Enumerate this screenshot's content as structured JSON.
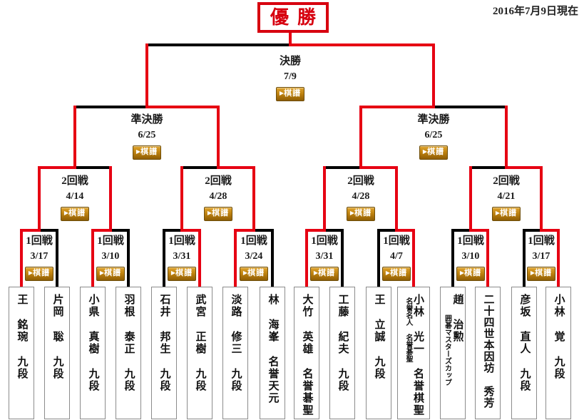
{
  "meta": {
    "as_of": "2016年7月9日現在"
  },
  "champion_label": "優勝",
  "kifu": {
    "arrow": "▶",
    "label": "棋譜"
  },
  "colors": {
    "win": "#e60012",
    "lose": "#000000"
  },
  "chart_data": {
    "type": "table",
    "title": "囲碁トーナメント表 (優勝決定戦ブラケット)",
    "final": {
      "name": "決勝",
      "date": "7/9",
      "winner": "right"
    },
    "semifinals": [
      {
        "name": "準決勝",
        "date": "6/25",
        "winner": "right"
      },
      {
        "name": "準決勝",
        "date": "6/25",
        "winner": "left"
      }
    ],
    "round2": [
      {
        "name": "2回戦",
        "date": "4/14",
        "winner": "left"
      },
      {
        "name": "2回戦",
        "date": "4/28",
        "winner": "right"
      },
      {
        "name": "2回戦",
        "date": "4/28",
        "winner": "right"
      },
      {
        "name": "2回戦",
        "date": "4/21",
        "winner": "right"
      }
    ],
    "round1": [
      {
        "name": "1回戦",
        "date": "3/17",
        "winner": "left"
      },
      {
        "name": "1回戦",
        "date": "3/10",
        "winner": "left"
      },
      {
        "name": "1回戦",
        "date": "3/31",
        "winner": "right"
      },
      {
        "name": "1回戦",
        "date": "3/24",
        "winner": "left"
      },
      {
        "name": "1回戦",
        "date": "3/31",
        "winner": "left"
      },
      {
        "name": "1回戦",
        "date": "4/7",
        "winner": "right"
      },
      {
        "name": "1回戦",
        "date": "3/10",
        "winner": "right"
      },
      {
        "name": "1回戦",
        "date": "3/17",
        "winner": "right"
      }
    ],
    "players": [
      {
        "name": "王 銘琬 九段"
      },
      {
        "name": "片岡 聡 九段"
      },
      {
        "name": "小県 真樹 九段"
      },
      {
        "name": "羽根 泰正 九段"
      },
      {
        "name": "石井 邦生 九段"
      },
      {
        "name": "武宮 正樹 九段"
      },
      {
        "name": "淡路 修三 九段"
      },
      {
        "name": "林 海峯 名誉天元"
      },
      {
        "name": "大竹 英雄 名誉碁聖"
      },
      {
        "name": "工藤 紀夫 九段"
      },
      {
        "name": "王 立誠 九段"
      },
      {
        "name": "小林 光一 名誉棋聖",
        "sub": "名誉名人 名誉碁聖"
      },
      {
        "name": "趙 治勲",
        "sub": "囲碁マスターズカップ"
      },
      {
        "name": "二十四世本因坊 秀芳"
      },
      {
        "name": "彦坂 直人 九段"
      },
      {
        "name": "小林 覚 九段"
      }
    ]
  }
}
